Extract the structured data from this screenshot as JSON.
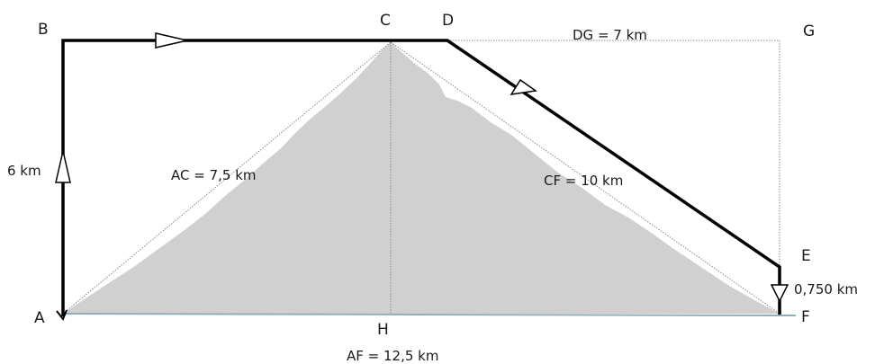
{
  "points": {
    "A": "A",
    "B": "B",
    "C": "C",
    "D": "D",
    "E": "E",
    "F": "F",
    "G": "G",
    "H": "H"
  },
  "measurements": {
    "AB": "6 km",
    "AC": "AC = 7,5 km",
    "CF": "CF = 10 km",
    "DG": "DG = 7 km",
    "EF": "0,750 km",
    "AF": "AF = 12,5 km"
  },
  "colors": {
    "mountain_fill": "#d0d0d0",
    "path_stroke": "#000000",
    "guide_stroke": "#8a8a8a",
    "ground_line": "#8fb0b8"
  }
}
